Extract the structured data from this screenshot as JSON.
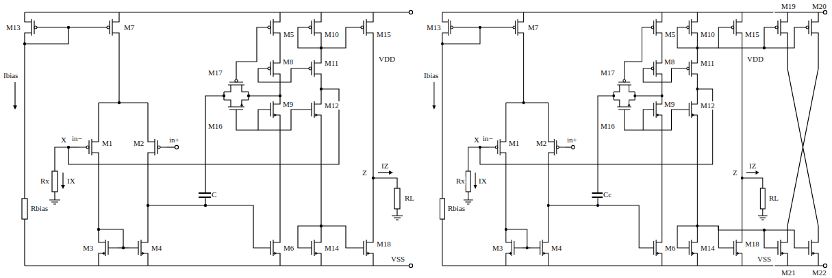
{
  "diagram": {
    "labels": [
      "M13",
      "M7",
      "M5",
      "M10",
      "M15",
      "VDD",
      "M17",
      "M16",
      "M8",
      "M9",
      "M11",
      "M12",
      "Ibias",
      "in−",
      "in+",
      "X",
      "M1",
      "M2",
      "Rx",
      "IX",
      "Rbias",
      "C",
      "Z",
      "IZ",
      "RL",
      "M3",
      "M4",
      "M6",
      "M14",
      "M18",
      "VSS",
      "M13",
      "M7",
      "M5",
      "M10",
      "M15",
      "VDD",
      "M17",
      "M16",
      "M8",
      "M9",
      "M11",
      "M12",
      "Ibias",
      "in−",
      "in+",
      "X",
      "M1",
      "M2",
      "Rx",
      "IX",
      "Rbias",
      "Cc",
      "Z",
      "IZ",
      "RL",
      "M3",
      "M4",
      "M6",
      "M14",
      "M18",
      "VSS",
      "M19",
      "M20",
      "M21",
      "M22"
    ]
  }
}
